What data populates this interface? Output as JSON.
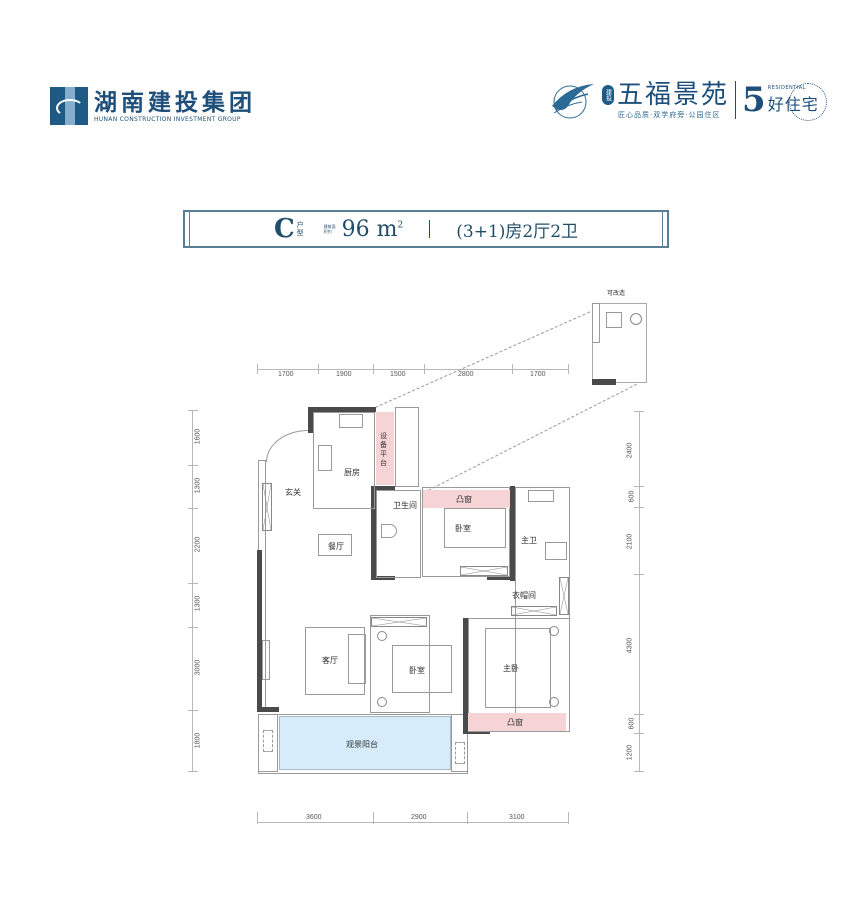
{
  "header": {
    "company_cn": "湖南建投集团",
    "company_en": "HUNAN CONSTRUCTION INVESTMENT GROUP",
    "project_badge": "建投",
    "project_name": "五福景苑",
    "project_slogan": "匠心品质·双学府旁·公园住区",
    "brand_number": "5",
    "brand_en": "RESIDENTIAL",
    "brand_cn": "好住宅"
  },
  "banner": {
    "type_letter": "C",
    "type_suffix": "户型",
    "area_label": "建筑面积约",
    "area_value": "96 m",
    "area_unit_sup": "2",
    "layout": "(3+1)房2厅2卫"
  },
  "plan": {
    "alt_label": "可改造",
    "dims_top": [
      "1700",
      "1900",
      "1500",
      "2800",
      "1700"
    ],
    "dims_bottom": [
      "3600",
      "2900",
      "3100"
    ],
    "dims_left": [
      "1600",
      "1300",
      "2200",
      "1300",
      "3000",
      "1800"
    ],
    "dims_right": [
      "2400",
      "600",
      "2100",
      "4300",
      "600",
      "1200"
    ],
    "rooms": {
      "kitchen": "厨房",
      "equipment_platform": "设备平台",
      "entrance": "玄关",
      "dining": "餐厅",
      "guest_bath": "卫生间",
      "bay_window_1": "凸窗",
      "bedroom_1": "卧室",
      "master_bath": "主卫",
      "cloakroom": "衣帽间",
      "living": "客厅",
      "bedroom_2": "卧室",
      "master_bedroom": "主卧",
      "bay_window_2": "凸窗",
      "balcony": "观景阳台"
    }
  },
  "colors": {
    "brand_blue": "#1d4f7a",
    "wall": "#4a4a4a",
    "bay_pink": "#f6d3d5",
    "balcony_blue": "#d6ecfa"
  }
}
